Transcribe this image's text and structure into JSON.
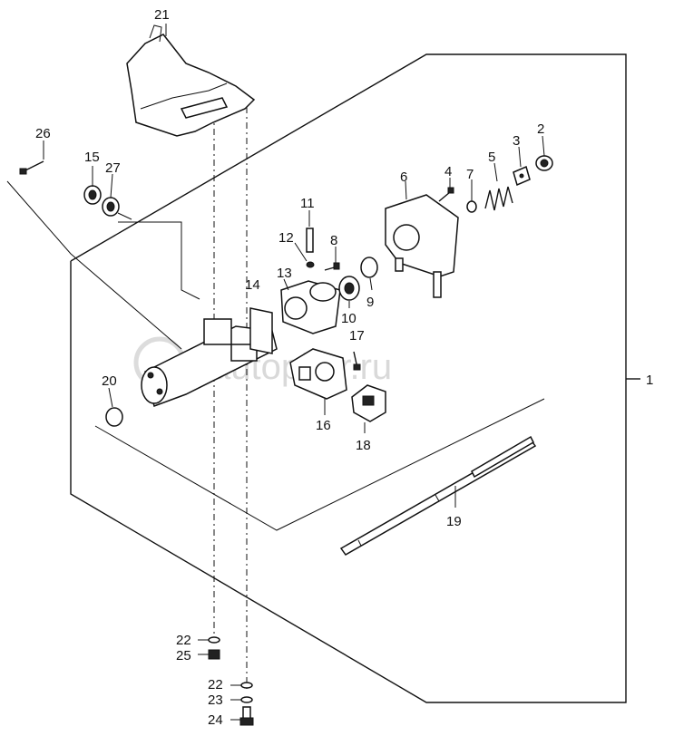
{
  "watermark": "autopiter.ru",
  "callouts": {
    "c1": "1",
    "c2": "2",
    "c3": "3",
    "c4": "4",
    "c5": "5",
    "c6": "6",
    "c7": "7",
    "c8": "8",
    "c9": "9",
    "c10": "10",
    "c11": "11",
    "c12": "12",
    "c13": "13",
    "c14": "14",
    "c15": "15",
    "c16": "16",
    "c17": "17",
    "c18": "18",
    "c19": "19",
    "c20": "20",
    "c21": "21",
    "c22a": "22",
    "c22b": "22",
    "c23": "23",
    "c24": "24",
    "c25": "25",
    "c26": "26",
    "c27": "27"
  }
}
